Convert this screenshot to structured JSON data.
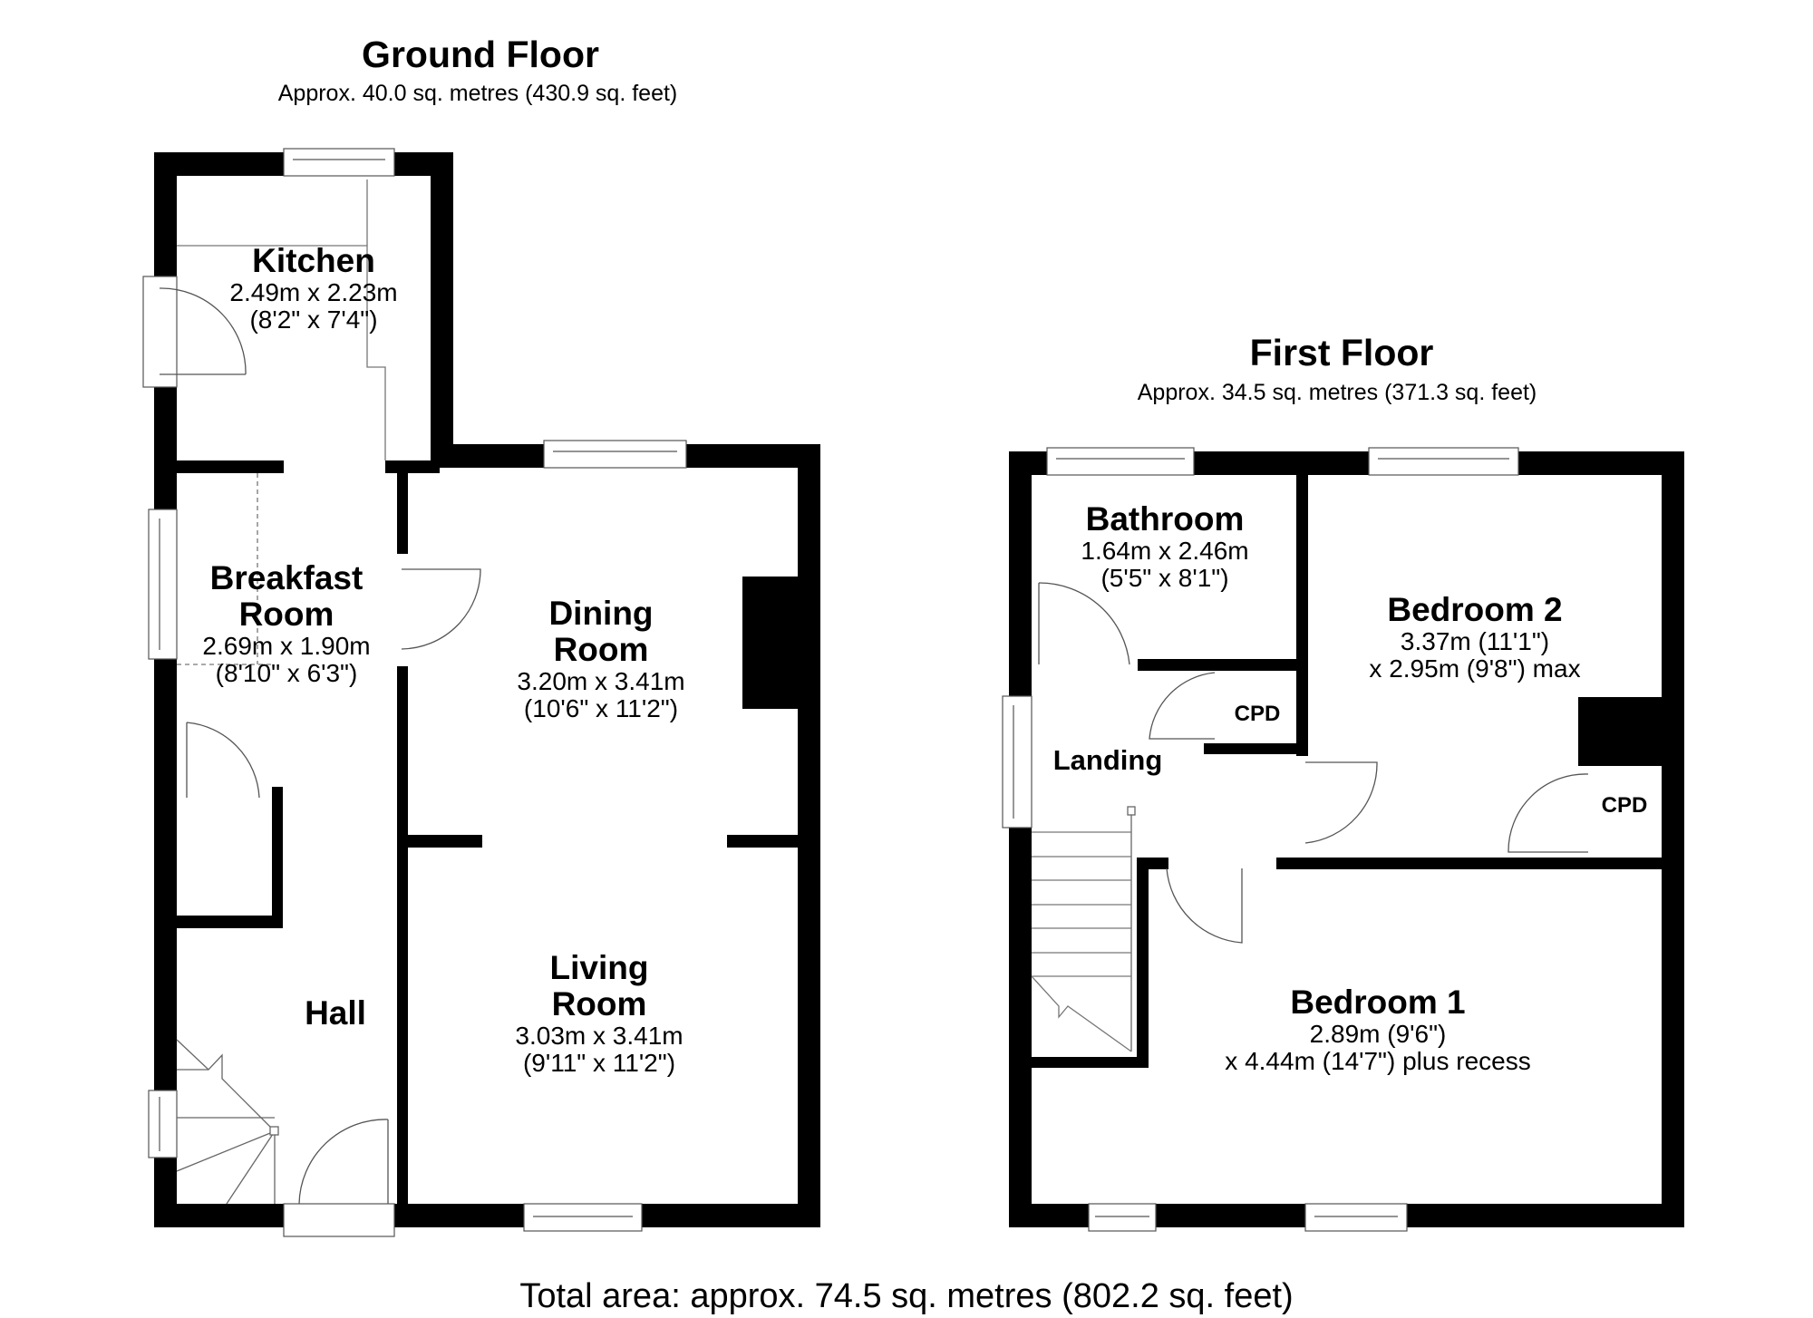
{
  "ground_floor": {
    "title": "Ground Floor",
    "area": "Approx. 40.0 sq. metres (430.9 sq. feet)",
    "rooms": {
      "kitchen": {
        "name": "Kitchen",
        "dim_m": "2.49m x 2.23m",
        "dim_ft": "(8'2\" x 7'4\")"
      },
      "breakfast": {
        "name_line1": "Breakfast",
        "name_line2": "Room",
        "dim_m": "2.69m x 1.90m",
        "dim_ft": "(8'10\" x 6'3\")"
      },
      "dining": {
        "name_line1": "Dining",
        "name_line2": "Room",
        "dim_m": "3.20m x 3.41m",
        "dim_ft": "(10'6\" x 11'2\")"
      },
      "living": {
        "name_line1": "Living",
        "name_line2": "Room",
        "dim_m": "3.03m x 3.41m",
        "dim_ft": "(9'11\" x 11'2\")"
      },
      "hall": {
        "name": "Hall"
      }
    }
  },
  "first_floor": {
    "title": "First Floor",
    "area": "Approx. 34.5 sq. metres (371.3 sq. feet)",
    "rooms": {
      "bathroom": {
        "name": "Bathroom",
        "dim_m": "1.64m x 2.46m",
        "dim_ft": "(5'5\" x 8'1\")"
      },
      "bedroom2": {
        "name": "Bedroom 2",
        "dim_line1": "3.37m (11'1\")",
        "dim_line2": "x 2.95m (9'8\") max"
      },
      "bedroom1": {
        "name": "Bedroom 1",
        "dim_line1": "2.89m (9'6\")",
        "dim_line2": "x 4.44m (14'7\") plus recess"
      },
      "landing": {
        "name": "Landing"
      },
      "cpd_landing": {
        "name": "CPD"
      },
      "cpd_bedroom2": {
        "name": "CPD"
      }
    }
  },
  "total_area": "Total area: approx. 74.5 sq. metres (802.2 sq. feet)",
  "colors": {
    "wall": "#000000",
    "background": "#ffffff",
    "line": "#555555"
  }
}
